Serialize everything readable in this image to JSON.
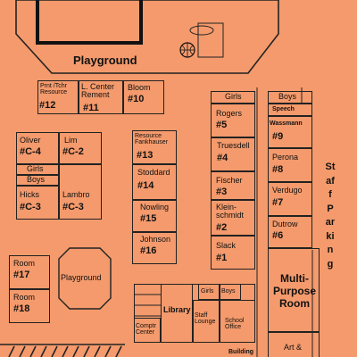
{
  "playground_top": "Playground",
  "playground_bottom": "Playground",
  "rooms": {
    "r12": {
      "name": "Prnt /Tchr Resource",
      "num": "#12"
    },
    "r11": {
      "name": "L. Center Rement",
      "num": "#11"
    },
    "r10": {
      "name": "Bloom",
      "num": "#10"
    },
    "c4": {
      "name": "Oliver",
      "num": "#C-4"
    },
    "c2": {
      "name": "Lim",
      "num": "#C-2"
    },
    "c3a": {
      "name": "Hicks",
      "num": "#C-3"
    },
    "c3b": {
      "name": "Lambro",
      "num": "#C-3"
    },
    "r13": {
      "name": "Resource Fankhauser",
      "num": "#13"
    },
    "r14": {
      "name": "Stoddard",
      "num": "#14"
    },
    "r15": {
      "name": "Nowling",
      "num": "#15"
    },
    "r16": {
      "name": "Johnson",
      "num": "#16"
    },
    "r5": {
      "name": "Rogers",
      "num": "#5"
    },
    "r4": {
      "name": "Truesdell",
      "num": "#4"
    },
    "r3": {
      "name": "Fischer",
      "num": "#3"
    },
    "r2": {
      "name": "Klein- schmidt",
      "num": "#2"
    },
    "r1": {
      "name": "Slack",
      "num": "#1"
    },
    "r9": {
      "name": "Wassmann",
      "num": "#9"
    },
    "r8": {
      "name": "Perona",
      "num": "#8"
    },
    "r7": {
      "name": "Verdugo",
      "num": "#7"
    },
    "r6": {
      "name": "Dutrow",
      "num": "#6"
    },
    "r17": {
      "name": "Room",
      "num": "#17"
    },
    "r18": {
      "name": "Room",
      "num": "#18"
    }
  },
  "labels": {
    "girls_mid": "Girls",
    "boys_mid": "Boys",
    "girls_right": "Girls",
    "boys_right": "Boys",
    "speech": "Speech",
    "library": "Library",
    "girls_lib": "Girls",
    "boys_lib": "Boys",
    "staff_lounge": "Staff Lounge",
    "school_office": "School Office",
    "comptr_center": "Comptr Center",
    "mpr": "Multi- Purpose Room",
    "art": "Art &",
    "building": "Building",
    "staff_parking": "Staff Parking"
  },
  "colors": {
    "background": "#f49a6c",
    "ink": "#222222"
  }
}
